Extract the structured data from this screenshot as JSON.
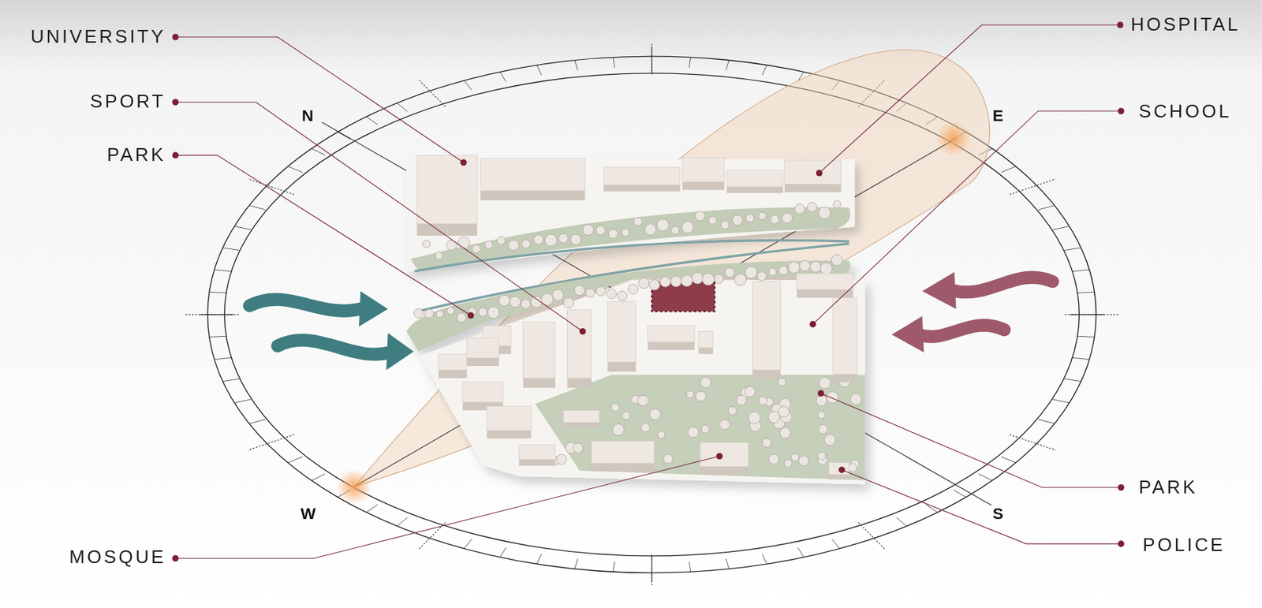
{
  "diagram": {
    "labels": [
      "UNIVERSITY",
      "HOSPITAL",
      "SPORT",
      "SCHOOL",
      "N",
      "E",
      "PARK",
      "PARK",
      "W",
      "S",
      "MOSQUE",
      "POLICE"
    ]
  }
}
